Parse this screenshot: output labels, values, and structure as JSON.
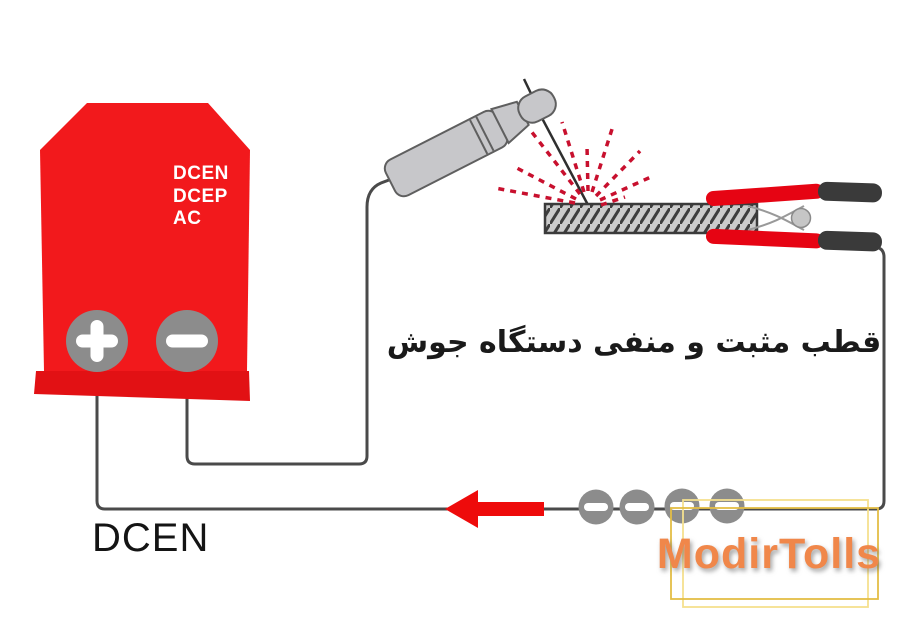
{
  "diagram": {
    "machine": {
      "modes": [
        "DCEN",
        "DCEP",
        "AC"
      ],
      "positive_terminal_symbol": "+",
      "negative_terminal_symbol": "−"
    },
    "caption": "قطب مثبت و منفی دستگاه جوش",
    "polarity_label": "DCEN",
    "electron_symbol": "−",
    "electron_count": 4
  },
  "watermark": {
    "text": "ModirTolls"
  },
  "colors": {
    "machine_red": "#f2191c",
    "machine_base_red": "#e21114",
    "terminal_gray": "#8c8c8c",
    "torch_gray": "#c7c7ca",
    "workpiece_gray": "#cbcbcb",
    "clamp_red": "#e60413",
    "clamp_handle_dark": "#3a3a3a",
    "wire_gray": "#4a4a4a",
    "spark_red": "#c8102e",
    "arrow_red": "#ee0b0b",
    "watermark_orange": "#f0874a",
    "watermark_gold": "#e3bd45",
    "watermark_light_gold": "#f5e08e"
  }
}
